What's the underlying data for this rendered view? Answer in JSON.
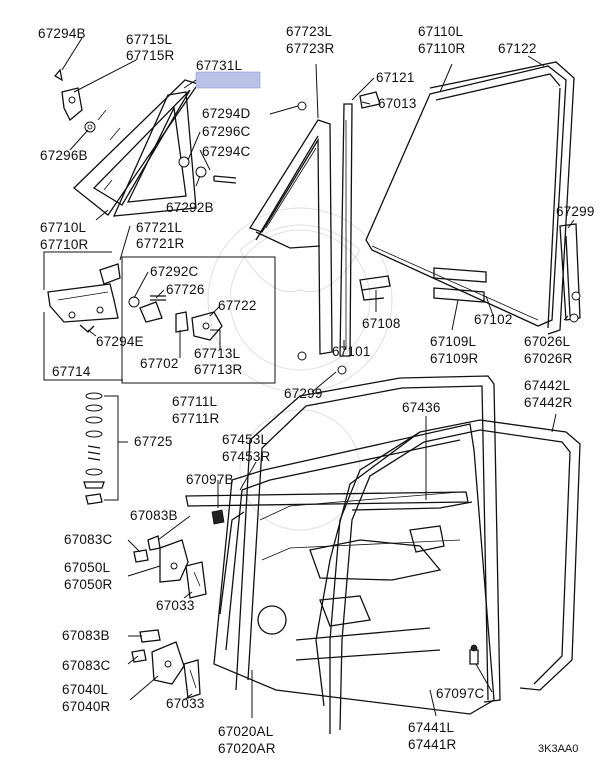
{
  "parts": [
    {
      "id": "p67294B",
      "lines": [
        "67294B"
      ]
    },
    {
      "id": "p67715",
      "lines": [
        "67715L",
        "67715R"
      ]
    },
    {
      "id": "p67731",
      "lines": [
        "67731L"
      ]
    },
    {
      "id": "p67294D",
      "lines": [
        "67294D"
      ]
    },
    {
      "id": "p67296C",
      "lines": [
        "67296C"
      ]
    },
    {
      "id": "p67294C",
      "lines": [
        "67294C"
      ]
    },
    {
      "id": "p67296B",
      "lines": [
        "67296B"
      ]
    },
    {
      "id": "p67292B",
      "lines": [
        "67292B"
      ]
    },
    {
      "id": "p67710",
      "lines": [
        "67710L",
        "67710R"
      ]
    },
    {
      "id": "p67721",
      "lines": [
        "67721L",
        "67721R"
      ]
    },
    {
      "id": "p67723",
      "lines": [
        "67723L",
        "67723R"
      ]
    },
    {
      "id": "p67110",
      "lines": [
        "67110L",
        "67110R"
      ]
    },
    {
      "id": "p67122",
      "lines": [
        "67122"
      ]
    },
    {
      "id": "p67121",
      "lines": [
        "67121"
      ]
    },
    {
      "id": "p67013",
      "lines": [
        "67013"
      ]
    },
    {
      "id": "p67299a",
      "lines": [
        "67299"
      ]
    },
    {
      "id": "p67292C",
      "lines": [
        "67292C"
      ]
    },
    {
      "id": "p67726",
      "lines": [
        "67726"
      ]
    },
    {
      "id": "p67722",
      "lines": [
        "67722"
      ]
    },
    {
      "id": "p67294E",
      "lines": [
        "67294E"
      ]
    },
    {
      "id": "p67714",
      "lines": [
        "67714"
      ]
    },
    {
      "id": "p67702",
      "lines": [
        "67702"
      ]
    },
    {
      "id": "p67713",
      "lines": [
        "67713L",
        "67713R"
      ]
    },
    {
      "id": "p67108",
      "lines": [
        "67108"
      ]
    },
    {
      "id": "p67102",
      "lines": [
        "67102"
      ]
    },
    {
      "id": "p67109",
      "lines": [
        "67109L",
        "67109R"
      ]
    },
    {
      "id": "p67101",
      "lines": [
        "67101"
      ]
    },
    {
      "id": "p67026",
      "lines": [
        "67026L",
        "67026R"
      ]
    },
    {
      "id": "p67299b",
      "lines": [
        "67299"
      ]
    },
    {
      "id": "p67711",
      "lines": [
        "67711L",
        "67711R"
      ]
    },
    {
      "id": "p67442",
      "lines": [
        "67442L",
        "67442R"
      ]
    },
    {
      "id": "p67436",
      "lines": [
        "67436"
      ]
    },
    {
      "id": "p67725",
      "lines": [
        "67725"
      ]
    },
    {
      "id": "p67453",
      "lines": [
        "67453L",
        "67453R"
      ]
    },
    {
      "id": "p67097B",
      "lines": [
        "67097B"
      ]
    },
    {
      "id": "p67083B1",
      "lines": [
        "67083B"
      ]
    },
    {
      "id": "p67083C1",
      "lines": [
        "67083C"
      ]
    },
    {
      "id": "p67050",
      "lines": [
        "67050L",
        "67050R"
      ]
    },
    {
      "id": "p67033a",
      "lines": [
        "67033"
      ]
    },
    {
      "id": "p67083B2",
      "lines": [
        "67083B"
      ]
    },
    {
      "id": "p67083C2",
      "lines": [
        "67083C"
      ]
    },
    {
      "id": "p67040",
      "lines": [
        "67040L",
        "67040R"
      ]
    },
    {
      "id": "p67033b",
      "lines": [
        "67033"
      ]
    },
    {
      "id": "p67097C",
      "lines": [
        "67097C"
      ]
    },
    {
      "id": "p67020",
      "lines": [
        "67020AL",
        "67020AR"
      ]
    },
    {
      "id": "p67441",
      "lines": [
        "67441L",
        "67441R"
      ]
    }
  ],
  "diagram_code": "3K3AA0",
  "highlight_color": "#b9c2e6"
}
